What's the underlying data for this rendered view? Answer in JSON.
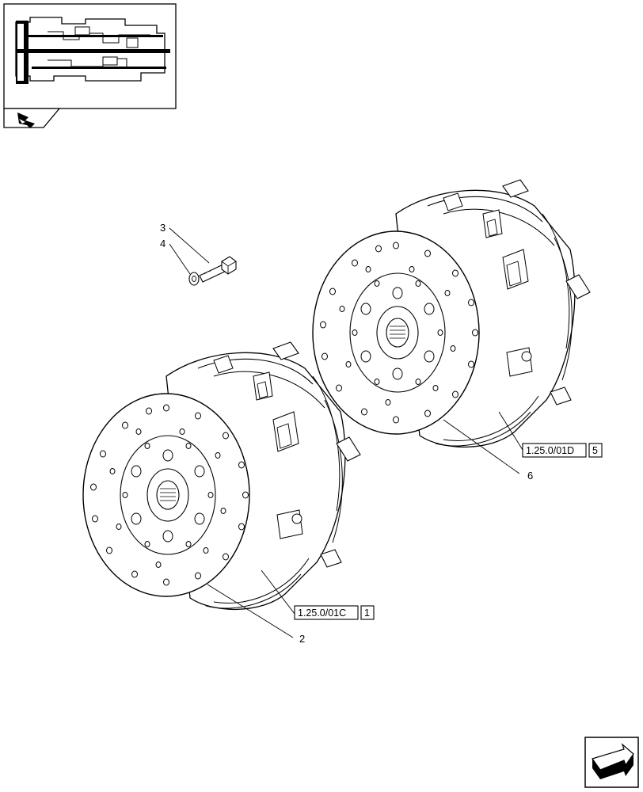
{
  "thumbnail": {
    "icon": "transmission-section-thumbnail",
    "nav_icon": "previous-page-arrow-icon"
  },
  "callouts": {
    "item_3": "3",
    "item_4": "4",
    "item_2": "2",
    "item_6": "6"
  },
  "references": {
    "upper": {
      "code": "1.25.0/01D",
      "index": "5"
    },
    "lower": {
      "code": "1.25.0/01C",
      "index": "1"
    }
  },
  "corner_icon": "next-page-arrow-icon"
}
